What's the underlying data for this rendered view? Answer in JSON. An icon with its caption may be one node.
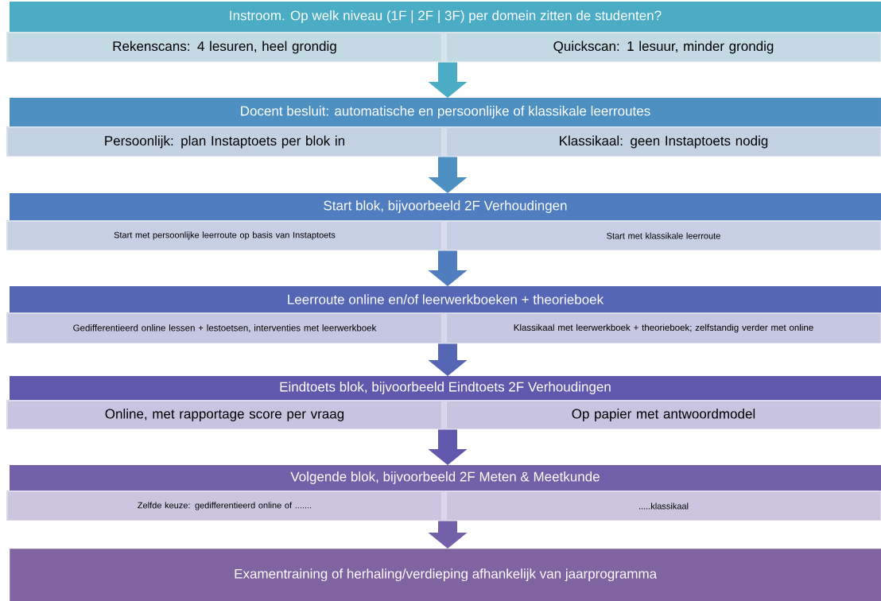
{
  "diagram": {
    "nodes": [
      {
        "text": [
          "Instroom. Op welk niveau (1F | 2F | 3F) per domein zitten de studenten?"
        ]
      },
      {
        "text": [
          "Rekenscans: 4 lesuren, heel grondig"
        ],
        "in": 0
      },
      {
        "text": [
          "Quickscan: 1 lesuur, minder grondig"
        ],
        "in": 0
      },
      {
        "text": [
          "Docent besluit: automatische en persoonlijke of klassikale leerroutes"
        ]
      },
      {
        "text": [
          "Persoonlijk: plan Instaptoets per blok in"
        ],
        "in": 3
      },
      {
        "text": [
          "Klassikaal: geen Instaptoets nodig"
        ],
        "in": 3
      },
      {
        "text": [
          "Start blok, bijvoorbeeld 2F Verhoudingen"
        ]
      },
      {
        "text": [
          "Start met persoonlijke leerroute op basis van Instaptoets"
        ],
        "in": 6
      },
      {
        "text": [
          "Start met klassikale leerroute"
        ],
        "in": 6
      },
      {
        "text": [
          "Leerroute online en/of leerwerkboeken + theorieboek"
        ]
      },
      {
        "text": [
          "Gedifferentieerd online lessen + lestoetsen, interventies met leerwerkboek"
        ],
        "in": 9
      },
      {
        "text": [
          "Klassikaal met leerwerkboek + theorieboek; zelfstandig verder met online"
        ],
        "in": 9
      },
      {
        "text": [
          "Eindtoets blok, bijvoorbeeld Eindtoets 2F Verhoudingen"
        ]
      },
      {
        "text": [
          "Online, met rapportage score per vraag"
        ],
        "in": 12
      },
      {
        "text": [
          "Op papier met antwoordmodel"
        ],
        "in": 12
      },
      {
        "text": [
          "Volgende blok, bijvoorbeeld 2F Meten & Meetkunde"
        ]
      },
      {
        "text": [
          "Zelfde keuze: gedifferentieerd online of ......."
        ],
        "in": 15
      },
      {
        "text": [
          ".....klassikaal"
        ],
        "in": 15
      },
      {
        "text": [
          "Examentraining of herhaling/verdieping afhankelijk van jaarprogramma"
        ]
      }
    ],
    "edges": [
      {
        "from": 0,
        "to": 3,
        "arrow": "to"
      },
      {
        "from": 3,
        "to": 6,
        "arrow": "to"
      },
      {
        "from": 6,
        "to": 9,
        "arrow": "to"
      },
      {
        "from": 9,
        "to": 12,
        "arrow": "to"
      },
      {
        "from": 12,
        "to": 15,
        "arrow": "to"
      },
      {
        "from": 15,
        "to": 18,
        "arrow": "to"
      }
    ]
  }
}
